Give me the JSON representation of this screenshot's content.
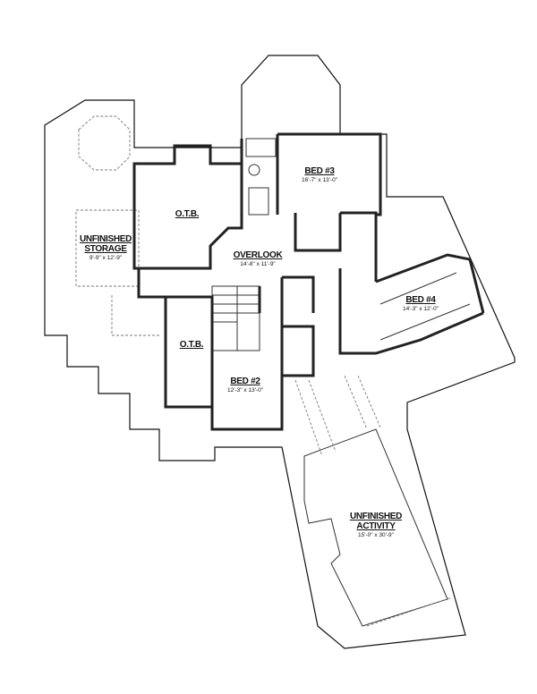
{
  "rooms": [
    {
      "id": "unfinished-storage",
      "name": "UNFINISHED STORAGE",
      "name_lines": [
        "UNFINISHED",
        "STORAGE"
      ],
      "dims": "9'-9\" x 12'-9\""
    },
    {
      "id": "otb-top",
      "name": "O.T.B.",
      "dims": ""
    },
    {
      "id": "bed-3",
      "name": "BED #3",
      "dims": "16'-7\" x 13'-0\""
    },
    {
      "id": "overlook",
      "name": "OVERLOOK",
      "dims": "14'-8\" x 11'-9\""
    },
    {
      "id": "bed-4",
      "name": "BED #4",
      "dims": "14'-3\" x 12'-0\""
    },
    {
      "id": "otb-bottom",
      "name": "O.T.B.",
      "dims": ""
    },
    {
      "id": "bed-2",
      "name": "BED #2",
      "dims": "12'-3\" x 13'-0\""
    },
    {
      "id": "unfinished-activity",
      "name": "UNFINISHED ACTIVITY",
      "name_lines": [
        "UNFINISHED",
        "ACTIVITY"
      ],
      "dims": "15'-0\" x 30'-9\""
    }
  ]
}
